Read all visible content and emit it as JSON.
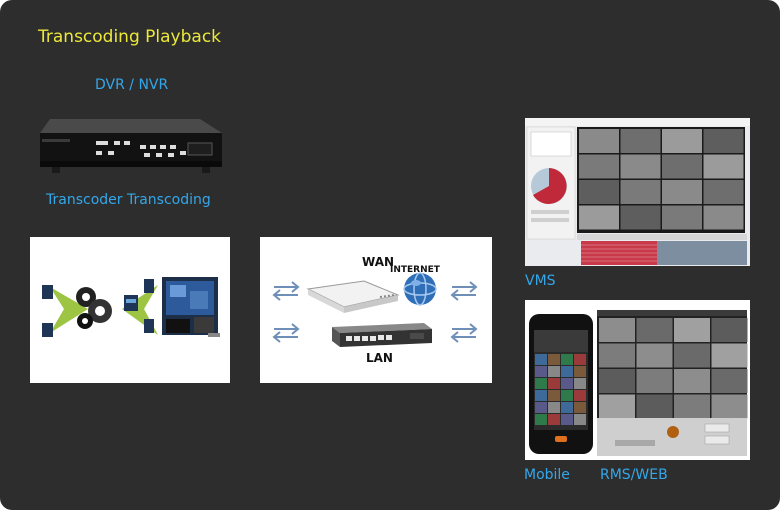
{
  "title": "Transcoding Playback",
  "labels": {
    "dvr_nvr": "DVR / NVR",
    "transcoder": "Transcoder Transcoding",
    "vms": "VMS",
    "mobile": "Mobile",
    "rms_web": "RMS/WEB"
  },
  "network": {
    "wan": "WAN",
    "internet": "INTERNET",
    "lan": "LAN"
  },
  "colors": {
    "background": "#2d2d2d",
    "title": "#ebe83a",
    "label": "#33a7ea"
  }
}
